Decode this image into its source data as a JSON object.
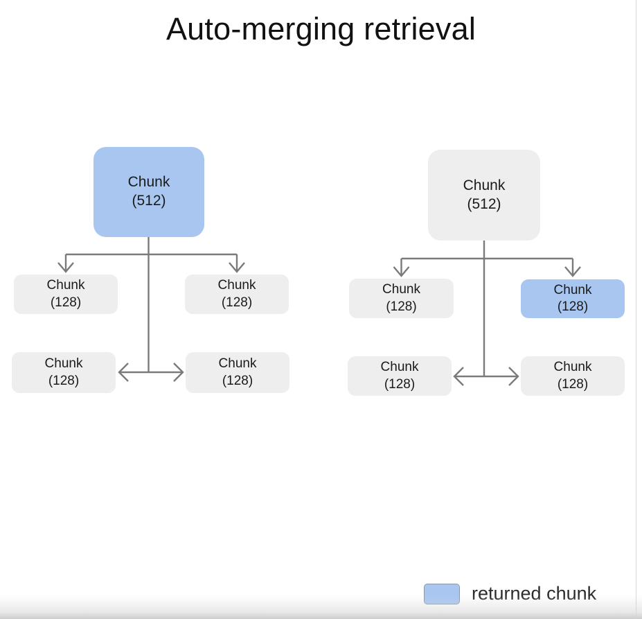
{
  "slide": {
    "title": "Auto-merging retrieval",
    "background_color": "#ffffff"
  },
  "colors": {
    "returned_chunk_fill": "#a8c6f0",
    "normal_chunk_fill": "#eeeeee",
    "connector_line": "#7a7a7a",
    "text": "#1a1a1a"
  },
  "legend": {
    "swatch_color": "#a8c6f0",
    "label": "returned chunk"
  },
  "trees": [
    {
      "id": "left-tree",
      "root": {
        "label": "Chunk",
        "size": "(512)",
        "highlighted": true
      },
      "children": [
        {
          "label": "Chunk",
          "size": "(128)",
          "highlighted": false,
          "position": "top-left"
        },
        {
          "label": "Chunk",
          "size": "(128)",
          "highlighted": false,
          "position": "top-right"
        },
        {
          "label": "Chunk",
          "size": "(128)",
          "highlighted": false,
          "position": "bottom-left"
        },
        {
          "label": "Chunk",
          "size": "(128)",
          "highlighted": false,
          "position": "bottom-right"
        }
      ]
    },
    {
      "id": "right-tree",
      "root": {
        "label": "Chunk",
        "size": "(512)",
        "highlighted": false
      },
      "children": [
        {
          "label": "Chunk",
          "size": "(128)",
          "highlighted": false,
          "position": "top-left"
        },
        {
          "label": "Chunk",
          "size": "(128)",
          "highlighted": true,
          "position": "top-right"
        },
        {
          "label": "Chunk",
          "size": "(128)",
          "highlighted": false,
          "position": "bottom-left"
        },
        {
          "label": "Chunk",
          "size": "(128)",
          "highlighted": false,
          "position": "bottom-right"
        }
      ]
    }
  ]
}
